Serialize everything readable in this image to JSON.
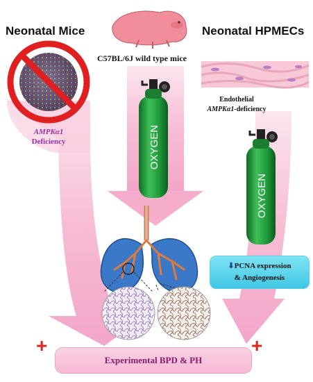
{
  "labels": {
    "neonatal_mice": "Neonatal Mice",
    "neonatal_hpmecs": "Neonatal HPMECs",
    "mouse_strain": "C57BL/6J wild type mice",
    "endothelial_line1": "Endothelial",
    "endothelial_gene": "AMPKα1",
    "endothelial_line2_suffix": "-deficiency",
    "ampk_gene": "AMPKα1",
    "ampk_deficiency": "Deficiency",
    "oxygen_tank_left": "OXYGEN",
    "oxygen_tank_right": "OXYGEN",
    "pcna_line1": "PCNA expression",
    "pcna_line2": "& Angiogenesis",
    "down_arrow": "⬇",
    "outcome": "Experimental BPD & PH",
    "plus_left": "+",
    "plus_right": "+"
  },
  "colors": {
    "arrow_pink": "#f4a6c6",
    "tank_green": "#1f9a3a",
    "lung_blue": "#3b78c8",
    "airway_orange": "#e07a3a",
    "outcome_text": "#8b1a70",
    "prohibit_red": "#e02020",
    "plus_red": "#e0261f",
    "pcna_cyan": "#4fd0ea"
  }
}
